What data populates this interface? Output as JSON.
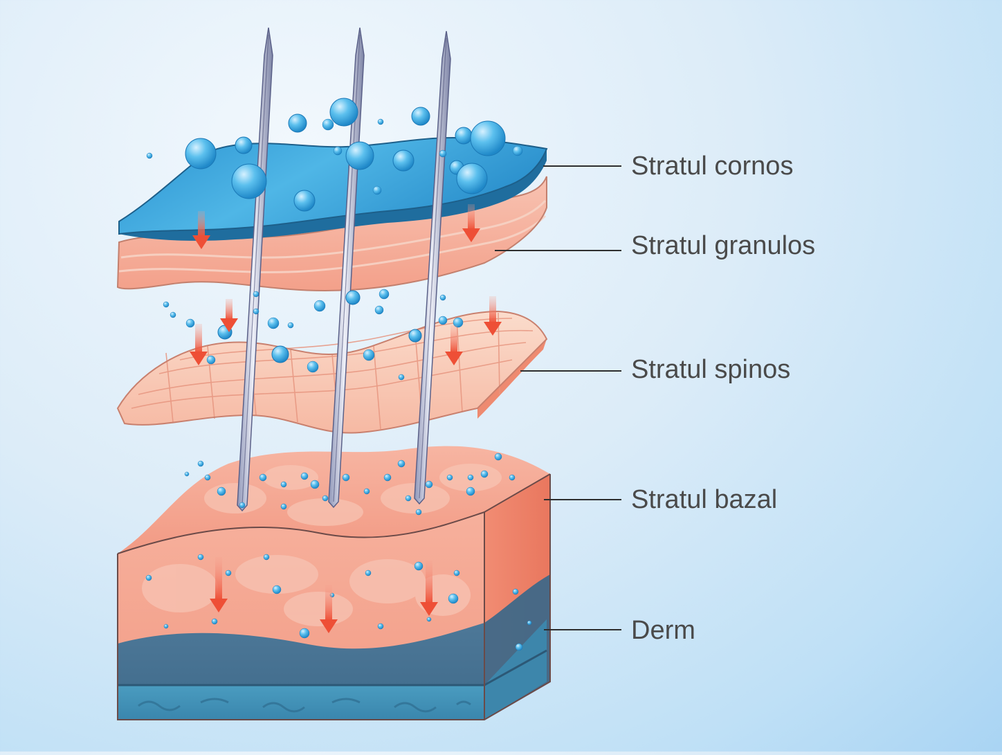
{
  "diagram": {
    "layers": [
      {
        "id": "stratum-corneum",
        "label": "Stratul cornos"
      },
      {
        "id": "stratum-granulosum",
        "label": "Stratul granulos"
      },
      {
        "id": "stratum-spinosum",
        "label": "Stratul spinos"
      },
      {
        "id": "stratum-basale",
        "label": "Stratul bazal"
      },
      {
        "id": "dermis",
        "label": "Derm"
      }
    ],
    "colors": {
      "corneum": "#2f9fd8",
      "granulosum": "#f6b2a0",
      "spinosum": "#f9cfbd",
      "basale": "#f5a793",
      "dermis": "#47708f",
      "droplet": "#3aa8e0",
      "arrow": "#ef5a3f",
      "needle": "#b9bfd6"
    },
    "icons": [
      "microneedle-icon",
      "droplet-icon",
      "arrow-down-icon"
    ]
  }
}
